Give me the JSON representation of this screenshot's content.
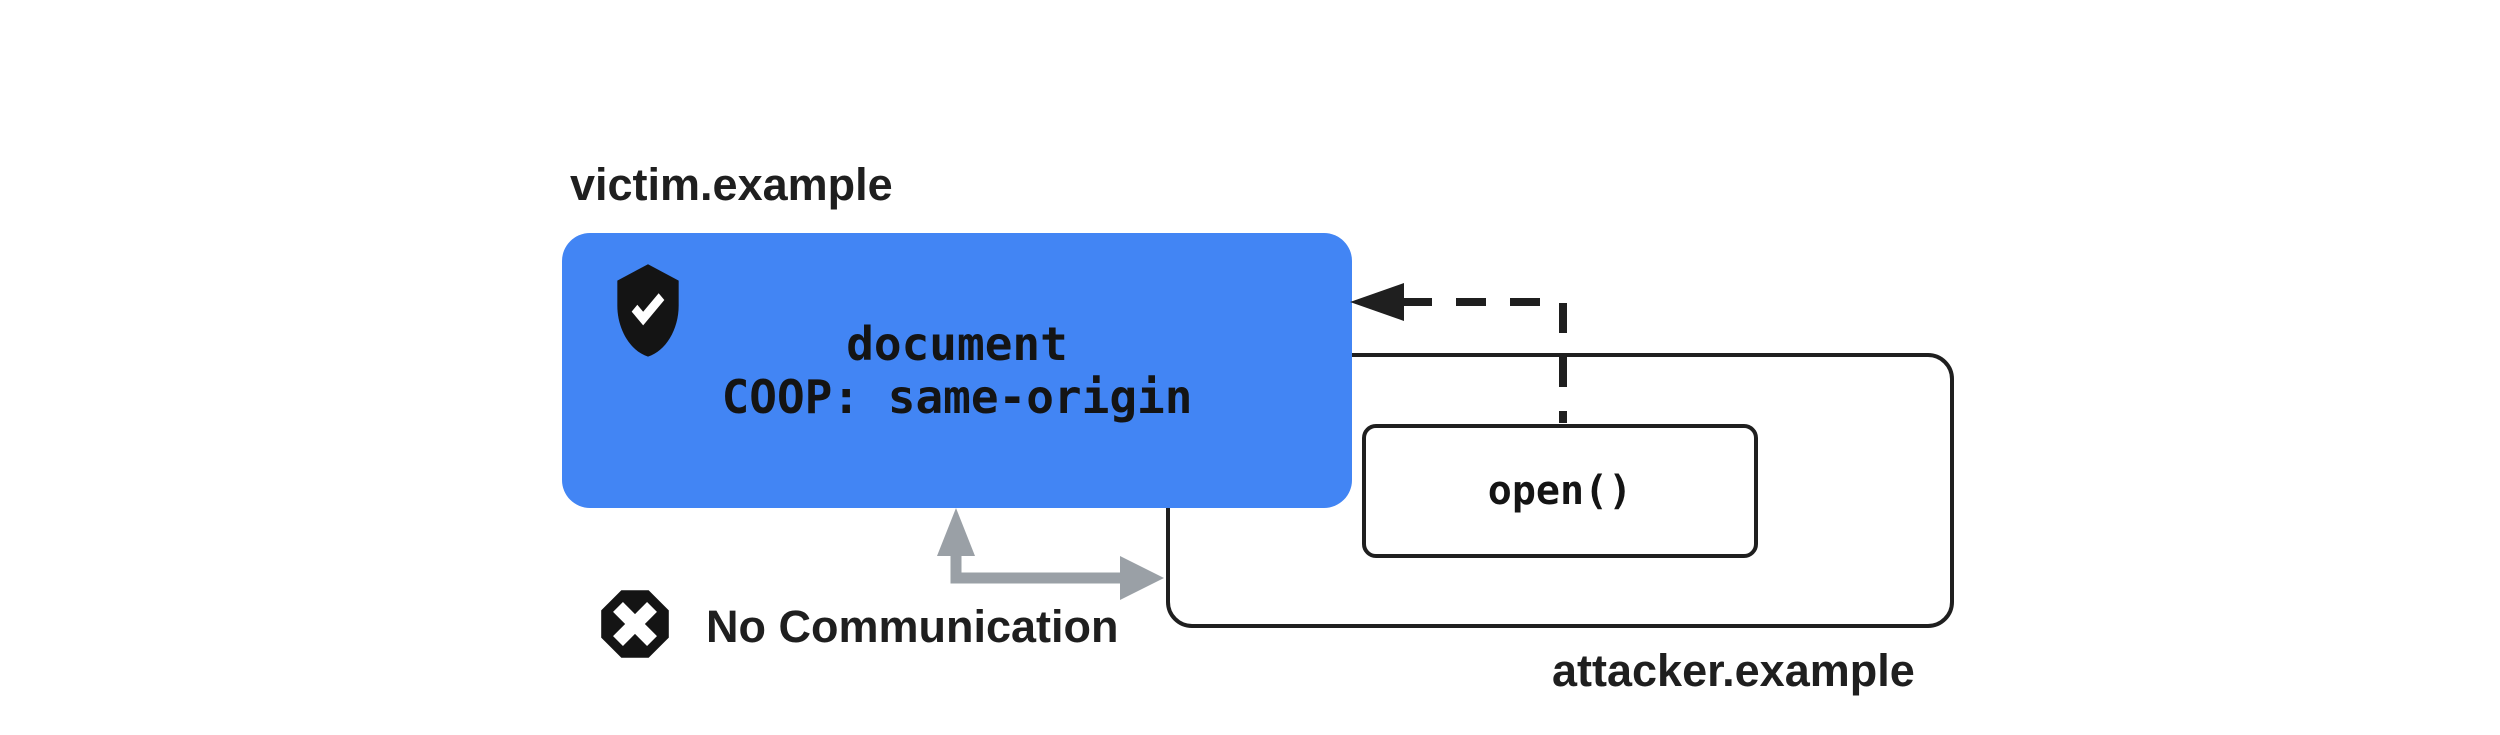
{
  "colors": {
    "window_blue": "#4285F4",
    "ink_black": "#1f1f1f",
    "arrow_gray": "#9aa0a6",
    "background": "#ffffff"
  },
  "victim_window": {
    "label": "victim.example",
    "document_line": "document",
    "coop_line": "COOP: same-origin",
    "badge_icon": "shield-check-icon"
  },
  "attacker_window": {
    "label": "attacker.example",
    "open_box": {
      "label": "open()"
    }
  },
  "blocked_status": {
    "label": "No Communication",
    "icon": "blocked-x-icon"
  }
}
